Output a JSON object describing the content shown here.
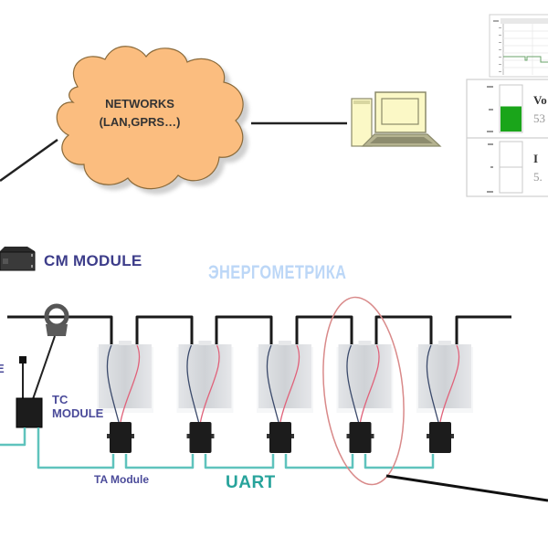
{
  "network": {
    "cloud_line1": "NETWORKS",
    "cloud_line2": "(LAN,GPRS…)"
  },
  "modules": {
    "cm_module": "CM MODULE",
    "tc_module_line1": "TC",
    "tc_module_line2": "MODULE",
    "ta_module": "TA Module",
    "bus": "UART",
    "left_cut_text": "E"
  },
  "watermark": "ЭНЕРГОМЕТРИКА",
  "monitor_panel": {
    "voltage_label": "Vo",
    "voltage_value": "53",
    "current_label": "I",
    "current_value": "5.",
    "voltage_fill_fraction": 0.55,
    "bar_fill_color": "#1aa51a"
  },
  "colors": {
    "cloud_fill": "#fbbd7f",
    "cloud_stroke": "#8a6a3a",
    "uart_line": "#5fc3bd",
    "highlight_ellipse": "#d98a8a",
    "battery_body": "#d4d6da",
    "wire_red": "#e0627a",
    "wire_blue": "#3b4a6b"
  },
  "battery_count": 5
}
